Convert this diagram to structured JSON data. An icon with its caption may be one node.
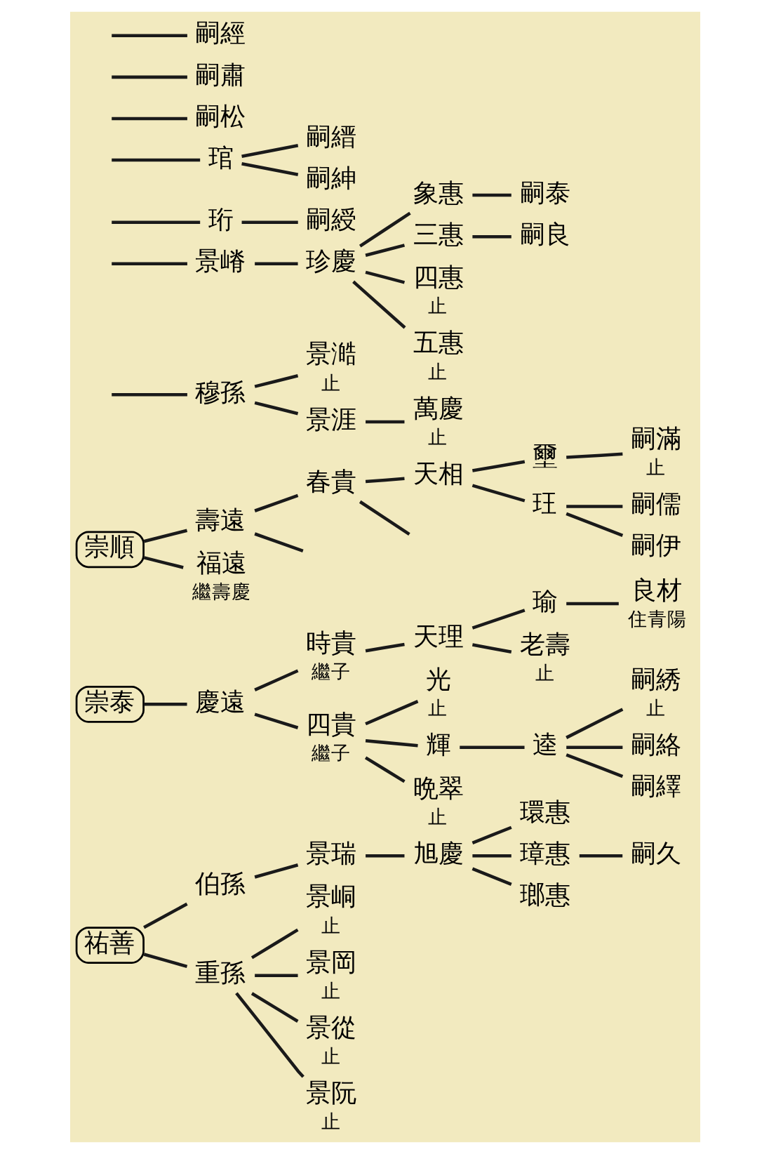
{
  "diagram": {
    "nodes": [
      {
        "text": [
          "祐善"
        ]
      },
      {
        "text": [
          "崇泰"
        ]
      },
      {
        "text": [
          "崇順"
        ]
      },
      {
        "text": [
          "伯孫"
        ]
      },
      {
        "text": [
          "重孫"
        ]
      },
      {
        "text": [
          "慶遠"
        ]
      },
      {
        "text": [
          "壽遠"
        ]
      },
      {
        "text": [
          "福遠"
        ],
        "beside": [
          "繼壽慶"
        ]
      },
      {
        "text": [
          "穆孫"
        ]
      },
      {
        "text": [
          "景嵴"
        ]
      },
      {
        "text": [
          "景澔"
        ],
        "beside": [
          "止"
        ]
      },
      {
        "text": [
          "景涯"
        ]
      },
      {
        "text": [
          "景瑞"
        ]
      },
      {
        "text": [
          "景峒"
        ],
        "beside": [
          "止"
        ]
      },
      {
        "text": [
          "景岡"
        ],
        "beside": [
          "止"
        ]
      },
      {
        "text": [
          "景從"
        ],
        "beside": [
          "止"
        ]
      },
      {
        "text": [
          "景阮"
        ],
        "beside": [
          "止"
        ]
      },
      {
        "text": [
          "時貴"
        ],
        "beside": [
          "繼子"
        ]
      },
      {
        "text": [
          "四貴"
        ],
        "beside": [
          "繼子"
        ]
      },
      {
        "text": [
          "春貴"
        ]
      },
      {
        "text": [
          "珍慶"
        ]
      },
      {
        "text": [
          "萬慶"
        ],
        "beside": [
          "止"
        ]
      },
      {
        "text": [
          "旭慶"
        ]
      },
      {
        "text": [
          "天理"
        ]
      },
      {
        "text": [
          "光"
        ],
        "beside": [
          "止"
        ]
      },
      {
        "text": [
          "輝"
        ]
      },
      {
        "text": [
          "晩翠"
        ],
        "beside": [
          "止"
        ]
      },
      {
        "text": [
          "天相"
        ]
      },
      {
        "text": [
          "象惠"
        ]
      },
      {
        "text": [
          "三惠"
        ]
      },
      {
        "text": [
          "四惠"
        ],
        "beside": [
          "止"
        ]
      },
      {
        "text": [
          "五惠"
        ],
        "beside": [
          "止"
        ]
      },
      {
        "text": [
          "環惠"
        ]
      },
      {
        "text": [
          "璋惠"
        ]
      },
      {
        "text": [
          "瑯惠"
        ]
      },
      {
        "text": [
          "瑜"
        ]
      },
      {
        "text": [
          "老壽"
        ],
        "beside": [
          "止"
        ]
      },
      {
        "text": [
          "逵"
        ]
      },
      {
        "text": [
          "壐"
        ]
      },
      {
        "text": [
          "玨"
        ]
      },
      {
        "text": [
          "珩"
        ]
      },
      {
        "text": [
          "琯"
        ]
      },
      {
        "text": [
          "嗣松"
        ]
      },
      {
        "text": [
          "嗣泰"
        ]
      },
      {
        "text": [
          "嗣良"
        ]
      },
      {
        "text": [
          "嗣久"
        ]
      },
      {
        "text": [
          "良材"
        ],
        "beside": [
          "住青陽"
        ]
      },
      {
        "text": [
          "嗣綉"
        ],
        "beside": [
          "止"
        ]
      },
      {
        "text": [
          "嗣絡"
        ]
      },
      {
        "text": [
          "嗣繹"
        ]
      },
      {
        "text": [
          "嗣滿"
        ],
        "beside": [
          "止"
        ]
      },
      {
        "text": [
          "嗣儒"
        ]
      },
      {
        "text": [
          "嗣伊"
        ]
      },
      {
        "text": [
          "嗣綬"
        ]
      },
      {
        "text": [
          "嗣縉"
        ]
      },
      {
        "text": [
          "嗣紳"
        ]
      },
      {
        "text": [
          "嗣肅"
        ]
      },
      {
        "text": [
          "嗣經"
        ]
      }
    ],
    "edges": [
      {
        "from": 0,
        "to": 3,
        "arrow": "none"
      },
      {
        "from": 0,
        "to": 4,
        "arrow": "none"
      },
      {
        "from": 1,
        "to": 5,
        "arrow": "none"
      },
      {
        "from": 2,
        "to": 6,
        "arrow": "none"
      },
      {
        "from": 2,
        "to": 7,
        "arrow": "none"
      },
      {
        "from": null,
        "to": 8,
        "arrow": "none"
      },
      {
        "from": null,
        "to": 9,
        "arrow": "none"
      },
      {
        "from": 3,
        "to": 12,
        "arrow": "none"
      },
      {
        "from": 4,
        "to": 13,
        "arrow": "none"
      },
      {
        "from": 4,
        "to": 14,
        "arrow": "none"
      },
      {
        "from": 4,
        "to": 15,
        "arrow": "none"
      },
      {
        "from": 4,
        "to": 16,
        "arrow": "none"
      },
      {
        "from": 5,
        "to": 17,
        "arrow": "none"
      },
      {
        "from": 5,
        "to": 18,
        "arrow": "none"
      },
      {
        "from": 6,
        "to": 19,
        "arrow": "none"
      },
      {
        "from": 6,
        "to": null,
        "arrow": "none"
      },
      {
        "from": 8,
        "to": 10,
        "arrow": "none"
      },
      {
        "from": 8,
        "to": 11,
        "arrow": "none"
      },
      {
        "from": 9,
        "to": 20,
        "arrow": "none"
      },
      {
        "from": 11,
        "to": 21,
        "arrow": "none"
      },
      {
        "from": 12,
        "to": 22,
        "arrow": "none"
      },
      {
        "from": 17,
        "to": 23,
        "arrow": "none"
      },
      {
        "from": 18,
        "to": 24,
        "arrow": "none"
      },
      {
        "from": 18,
        "to": 25,
        "arrow": "none"
      },
      {
        "from": 18,
        "to": 26,
        "arrow": "none"
      },
      {
        "from": 19,
        "to": 27,
        "arrow": "none"
      },
      {
        "from": 19,
        "to": null,
        "arrow": "none"
      },
      {
        "from": 20,
        "to": 28,
        "arrow": "none"
      },
      {
        "from": 20,
        "to": 29,
        "arrow": "none"
      },
      {
        "from": 20,
        "to": 30,
        "arrow": "none"
      },
      {
        "from": 20,
        "to": 31,
        "arrow": "none"
      },
      {
        "from": 22,
        "to": 32,
        "arrow": "none"
      },
      {
        "from": 22,
        "to": 33,
        "arrow": "none"
      },
      {
        "from": 22,
        "to": 34,
        "arrow": "none"
      },
      {
        "from": 23,
        "to": 35,
        "arrow": "none"
      },
      {
        "from": 23,
        "to": 36,
        "arrow": "none"
      },
      {
        "from": 25,
        "to": 37,
        "arrow": "none"
      },
      {
        "from": 27,
        "to": 38,
        "arrow": "none"
      },
      {
        "from": 27,
        "to": 39,
        "arrow": "none"
      },
      {
        "from": null,
        "to": 40,
        "arrow": "none"
      },
      {
        "from": null,
        "to": 41,
        "arrow": "none"
      },
      {
        "from": null,
        "to": 42,
        "arrow": "none"
      },
      {
        "from": 28,
        "to": 43,
        "arrow": "none"
      },
      {
        "from": 29,
        "to": 44,
        "arrow": "none"
      },
      {
        "from": 33,
        "to": 45,
        "arrow": "none"
      },
      {
        "from": 35,
        "to": 46,
        "arrow": "none"
      },
      {
        "from": 37,
        "to": 47,
        "arrow": "none"
      },
      {
        "from": 37,
        "to": 48,
        "arrow": "none"
      },
      {
        "from": 37,
        "to": 49,
        "arrow": "none"
      },
      {
        "from": 38,
        "to": 50,
        "arrow": "none"
      },
      {
        "from": 39,
        "to": 51,
        "arrow": "none"
      },
      {
        "from": 39,
        "to": 52,
        "arrow": "none"
      },
      {
        "from": 40,
        "to": 53,
        "arrow": "none"
      },
      {
        "from": 41,
        "to": 54,
        "arrow": "none"
      },
      {
        "from": 41,
        "to": 55,
        "arrow": "none"
      },
      {
        "from": null,
        "to": 56,
        "arrow": "none"
      },
      {
        "from": null,
        "to": 57,
        "arrow": "none"
      }
    ]
  }
}
